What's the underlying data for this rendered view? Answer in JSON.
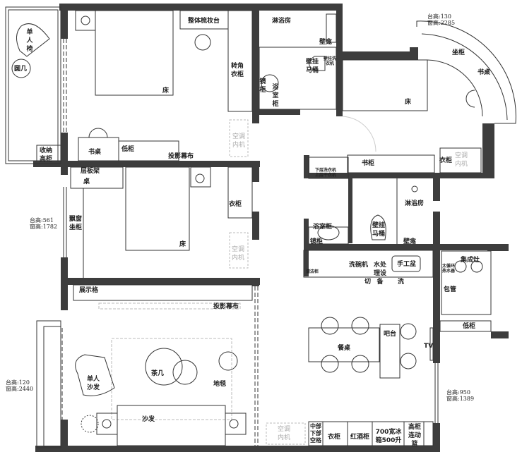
{
  "colors": {
    "wall": "#3d3d3d",
    "line": "#333333",
    "ac": "#aaaaaa"
  },
  "master_bedroom": {
    "vanity": "整体梳妆台",
    "corner_wardrobe": "转角衣柜",
    "bed": "床",
    "desk": "书桌",
    "low_cabinet": "低柜",
    "projector_screen": "投影幕布",
    "ac_unit": "空调内机"
  },
  "west_balcony": {
    "lounge_chair": "单人椅",
    "round_table": "圆几",
    "storage_cabinet": "收纳高柜"
  },
  "bathroom1": {
    "shower": "淋浴房",
    "niche": "壁龛",
    "toilet": "壁挂马桶",
    "washer": "壁挂洗衣机",
    "mirror_cabinet": "镜柜",
    "vanity": "浴室柜"
  },
  "east_bedroom": {
    "window_note": "台高:130",
    "window_height": "窗高:2285",
    "seat": "坐柜",
    "desk": "书桌",
    "bed": "床",
    "bookcase": "书柜",
    "wardrobe": "衣柜",
    "ac_unit": "空调内机"
  },
  "laundry": {
    "line1": "下层洗衣机",
    "line2": "上层干衣机"
  },
  "second_bedroom": {
    "shelf": "层板架",
    "desk": "桌",
    "bay_seat": "飘窗坐柜",
    "wardrobe": "衣柜",
    "bed": "床",
    "ac_unit": "空调内机",
    "window_note": "台高:561",
    "window_height": "窗高:1782"
  },
  "bathroom2": {
    "shower": "淋浴房",
    "vanity": "浴室柜",
    "mirror_cabinet": "镜柜",
    "toilet": "壁挂马桶",
    "niche": "壁龛"
  },
  "kitchen": {
    "small_cabinet": "清洁柜",
    "dishwasher": "洗碗机",
    "water_treatment": "水处理设备",
    "sink": "手工盆",
    "cut": "切",
    "wash": "洗",
    "stove": "集成灶",
    "water_heater": "太循环热水器",
    "pipe": "包管"
  },
  "living": {
    "display_shelf": "展示格",
    "projector_screen": "投影幕布",
    "armchair": "单人沙发",
    "coffee_table": "茶几",
    "rug": "地毯",
    "sofa": "沙发",
    "window_note": "台高:120",
    "window_height": "窗高:2440"
  },
  "dining": {
    "table": "餐桌",
    "bar": "吧台",
    "tv": "TV",
    "low_cabinet": "低柜",
    "window_note": "台高:950",
    "window_height": "窗高:1389"
  },
  "bottom_cabinets": {
    "ac_unit": "空调内机",
    "open_shelf": "中部下部空格",
    "wardrobe": "衣柜",
    "wine": "红酒柜",
    "fridge": "700宽冰箱500升",
    "tall": "高柜连动篮"
  }
}
